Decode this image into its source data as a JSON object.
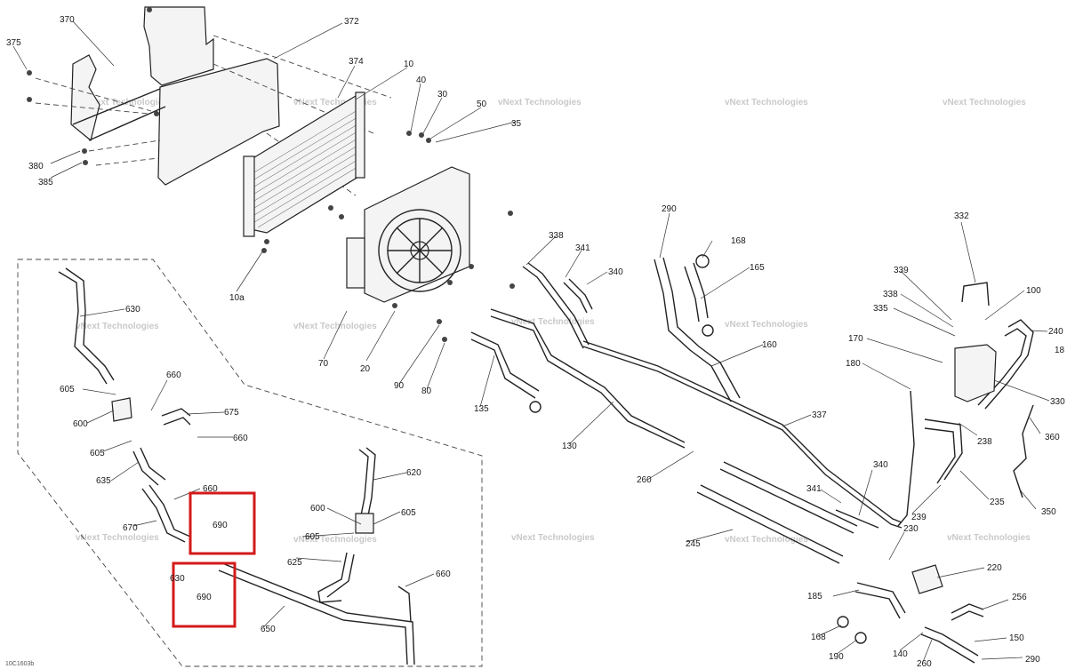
{
  "diagram": {
    "drawing_code": "10C1603b",
    "watermark_text": "vNext Technologies",
    "highlight_color": "#d41a1a",
    "callouts": [
      {
        "text": "370"
      },
      {
        "text": "372"
      },
      {
        "text": "375"
      },
      {
        "text": "374"
      },
      {
        "text": "10"
      },
      {
        "text": "40"
      },
      {
        "text": "30"
      },
      {
        "text": "50"
      },
      {
        "text": "35"
      },
      {
        "text": "380"
      },
      {
        "text": "385"
      },
      {
        "text": "10a"
      },
      {
        "text": "630"
      },
      {
        "text": "290"
      },
      {
        "text": "332"
      },
      {
        "text": "338"
      },
      {
        "text": "341"
      },
      {
        "text": "340"
      },
      {
        "text": "168"
      },
      {
        "text": "165"
      },
      {
        "text": "339"
      },
      {
        "text": "338"
      },
      {
        "text": "100"
      },
      {
        "text": "335"
      },
      {
        "text": "240"
      },
      {
        "text": "170"
      },
      {
        "text": "180"
      },
      {
        "text": "330"
      },
      {
        "text": "160"
      },
      {
        "text": "70"
      },
      {
        "text": "20"
      },
      {
        "text": "90"
      },
      {
        "text": "80"
      },
      {
        "text": "135"
      },
      {
        "text": "130"
      },
      {
        "text": "605"
      },
      {
        "text": "600"
      },
      {
        "text": "660"
      },
      {
        "text": "675"
      },
      {
        "text": "660"
      },
      {
        "text": "605"
      },
      {
        "text": "635"
      },
      {
        "text": "620"
      },
      {
        "text": "660"
      },
      {
        "text": "670"
      },
      {
        "text": "690"
      },
      {
        "text": "600"
      },
      {
        "text": "605"
      },
      {
        "text": "605"
      },
      {
        "text": "625"
      },
      {
        "text": "630"
      },
      {
        "text": "690"
      },
      {
        "text": "660"
      },
      {
        "text": "650"
      },
      {
        "text": "337"
      },
      {
        "text": "238"
      },
      {
        "text": "360"
      },
      {
        "text": "260"
      },
      {
        "text": "340"
      },
      {
        "text": "341"
      },
      {
        "text": "235"
      },
      {
        "text": "239"
      },
      {
        "text": "350"
      },
      {
        "text": "245"
      },
      {
        "text": "230"
      },
      {
        "text": "220"
      },
      {
        "text": "185"
      },
      {
        "text": "256"
      },
      {
        "text": "168"
      },
      {
        "text": "190"
      },
      {
        "text": "140"
      },
      {
        "text": "150"
      },
      {
        "text": "260"
      },
      {
        "text": "290"
      },
      {
        "text": "18"
      }
    ]
  }
}
